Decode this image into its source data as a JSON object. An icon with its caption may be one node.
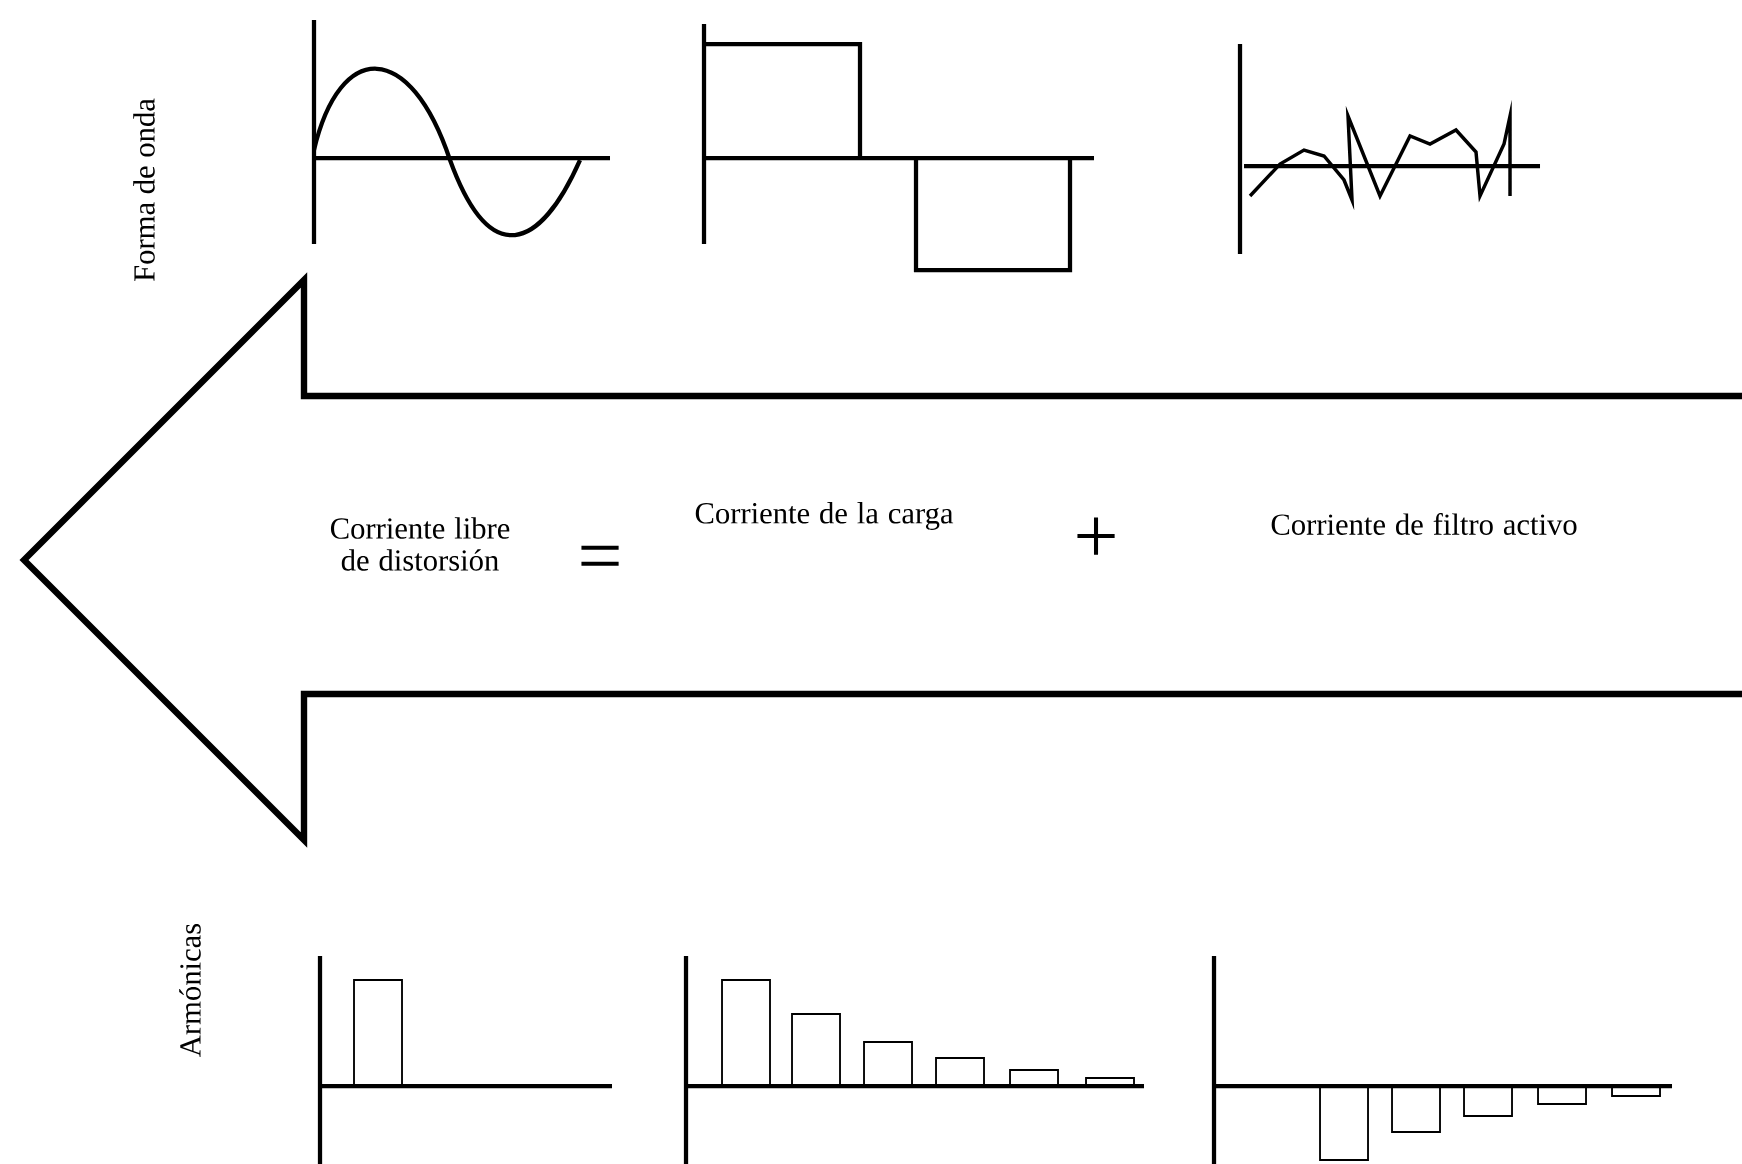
{
  "diagram": {
    "nodes": [
      {
        "text": [
          "Corriente libre de distorsión",
          "=",
          "Corriente de la carga",
          "+",
          "Corriente de filtro activo"
        ]
      }
    ],
    "labels": [
      "Forma de onda",
      "Armónicas"
    ]
  }
}
